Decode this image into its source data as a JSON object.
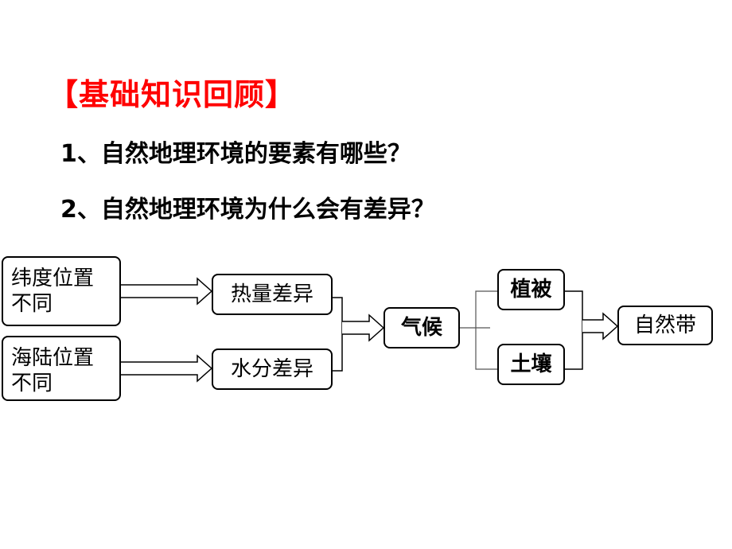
{
  "heading": "【基础知识回顾】",
  "questions": [
    "1、自然地理环境的要素有哪些？",
    "2、自然地理环境为什么会有差异？"
  ],
  "diagram": {
    "latitude": {
      "line1": "纬度位置",
      "line2": "不同"
    },
    "landsea": {
      "line1": "海陆位置",
      "line2": "不同"
    },
    "heat": "热量差异",
    "water": "水分差异",
    "climate": "气候",
    "vegetation": "植被",
    "soil": "土壤",
    "zone": "自然带"
  },
  "colors": {
    "heading": "#ff0000",
    "text": "#000000"
  }
}
